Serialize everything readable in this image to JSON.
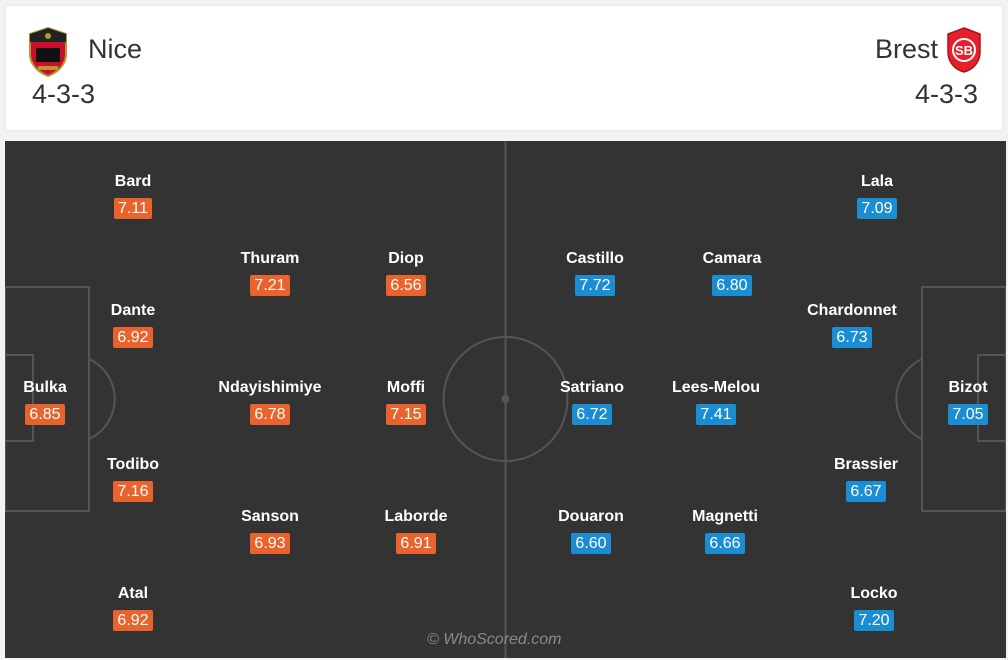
{
  "header": {
    "home": {
      "name": "Nice",
      "formation": "4-3-3",
      "crest_icon": "nice-crest-icon"
    },
    "away": {
      "name": "Brest",
      "formation": "4-3-3",
      "crest_icon": "brest-crest-icon"
    }
  },
  "colors": {
    "home_rating": "#e8642c",
    "away_rating": "#1b8ed3",
    "pitch": "#333333",
    "lines": "#555555"
  },
  "players": {
    "home": [
      {
        "name": "Bulka",
        "rating": "6.85"
      },
      {
        "name": "Bard",
        "rating": "7.11"
      },
      {
        "name": "Dante",
        "rating": "6.92"
      },
      {
        "name": "Todibo",
        "rating": "7.16"
      },
      {
        "name": "Atal",
        "rating": "6.92"
      },
      {
        "name": "Thuram",
        "rating": "7.21"
      },
      {
        "name": "Ndayishimiye",
        "rating": "6.78"
      },
      {
        "name": "Sanson",
        "rating": "6.93"
      },
      {
        "name": "Diop",
        "rating": "6.56"
      },
      {
        "name": "Moffi",
        "rating": "7.15"
      },
      {
        "name": "Laborde",
        "rating": "6.91"
      }
    ],
    "away": [
      {
        "name": "Bizot",
        "rating": "7.05"
      },
      {
        "name": "Lala",
        "rating": "7.09"
      },
      {
        "name": "Chardonnet",
        "rating": "6.73"
      },
      {
        "name": "Brassier",
        "rating": "6.67"
      },
      {
        "name": "Locko",
        "rating": "7.20"
      },
      {
        "name": "Camara",
        "rating": "6.80"
      },
      {
        "name": "Lees-Melou",
        "rating": "7.41"
      },
      {
        "name": "Magnetti",
        "rating": "6.66"
      },
      {
        "name": "Castillo",
        "rating": "7.72"
      },
      {
        "name": "Satriano",
        "rating": "6.72"
      },
      {
        "name": "Douaron",
        "rating": "6.60"
      }
    ]
  },
  "watermark": "© WhoScored.com"
}
